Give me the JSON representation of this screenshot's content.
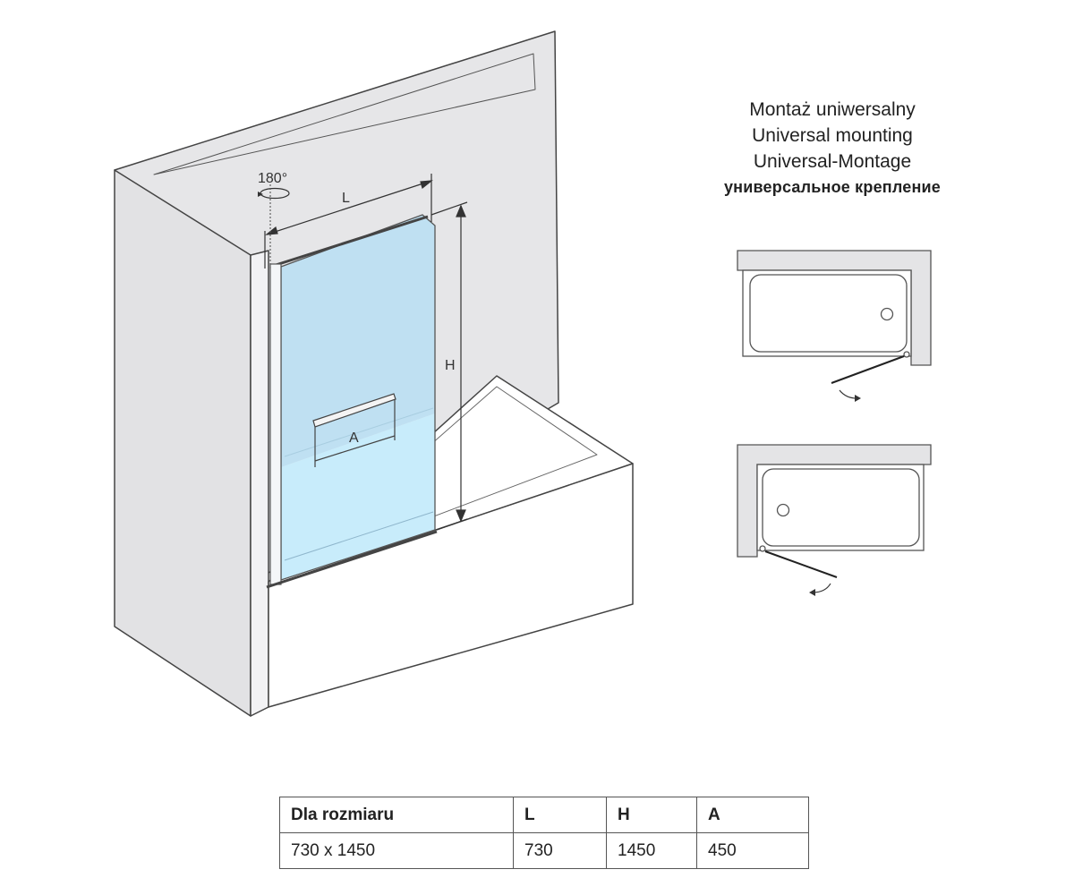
{
  "diagram": {
    "rotation_label": "180°",
    "dim_length": "L",
    "dim_height": "H",
    "dim_handle": "A"
  },
  "mounting": {
    "title_pl": "Montaż uniwersalny",
    "title_en": "Universal mounting",
    "title_de": "Universal-Montage",
    "title_ru": "универсальное крепление"
  },
  "table": {
    "headers": [
      "Dla rozmiaru",
      "L",
      "H",
      "A"
    ],
    "row": [
      "730 x 1450",
      "730",
      "1450",
      "450"
    ]
  },
  "colors": {
    "wall": "#e8e8ea",
    "line": "#333333",
    "glass": "#bcdff0",
    "glass_lower": "#c6ecfa"
  }
}
